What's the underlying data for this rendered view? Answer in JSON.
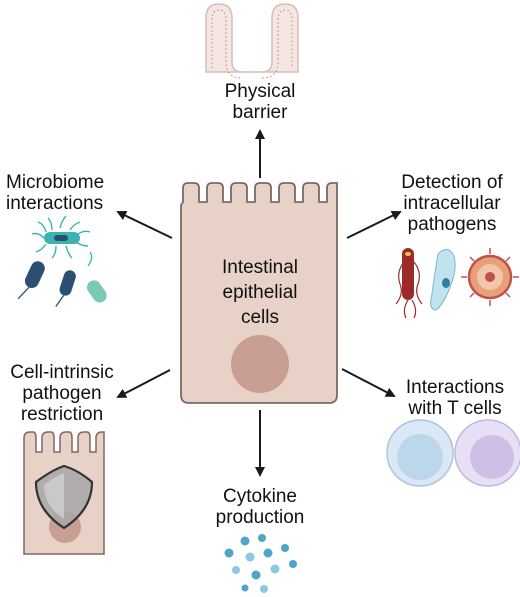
{
  "center": {
    "line1": "Intestinal",
    "line2": "epithelial",
    "line3": "cells"
  },
  "nodes": {
    "physical_barrier": {
      "line1": "Physical",
      "line2": "barrier"
    },
    "microbiome": {
      "line1": "Microbiome",
      "line2": "interactions"
    },
    "detection": {
      "line1": "Detection of",
      "line2": "intracellular",
      "line3": "pathogens"
    },
    "restriction": {
      "line1": "Cell-intrinsic",
      "line2": "pathogen",
      "line3": "restriction"
    },
    "t_cells": {
      "line1": "Interactions",
      "line2": "with T cells"
    },
    "cytokine": {
      "line1": "Cytokine",
      "line2": "production"
    }
  },
  "icons": [
    "villus-icon",
    "bacteria-icon",
    "pathogens-icon",
    "shielded-cell-icon",
    "t-cells-icon",
    "cytokine-dots-icon"
  ],
  "colors": {
    "cell_fill": "#e8d2c8",
    "cell_stroke": "#7a6a64",
    "nucleus": "#c99f94",
    "arrow": "#1a1a1a",
    "bacteria_teal": "#3bb3b0",
    "bacteria_navy": "#2a4f73",
    "pathogen_red": "#9c2a2a",
    "t_cell_blue": "#bcd6ea",
    "t_cell_purple": "#cdbfe6",
    "cytokine_blue": "#4fa4c9"
  }
}
